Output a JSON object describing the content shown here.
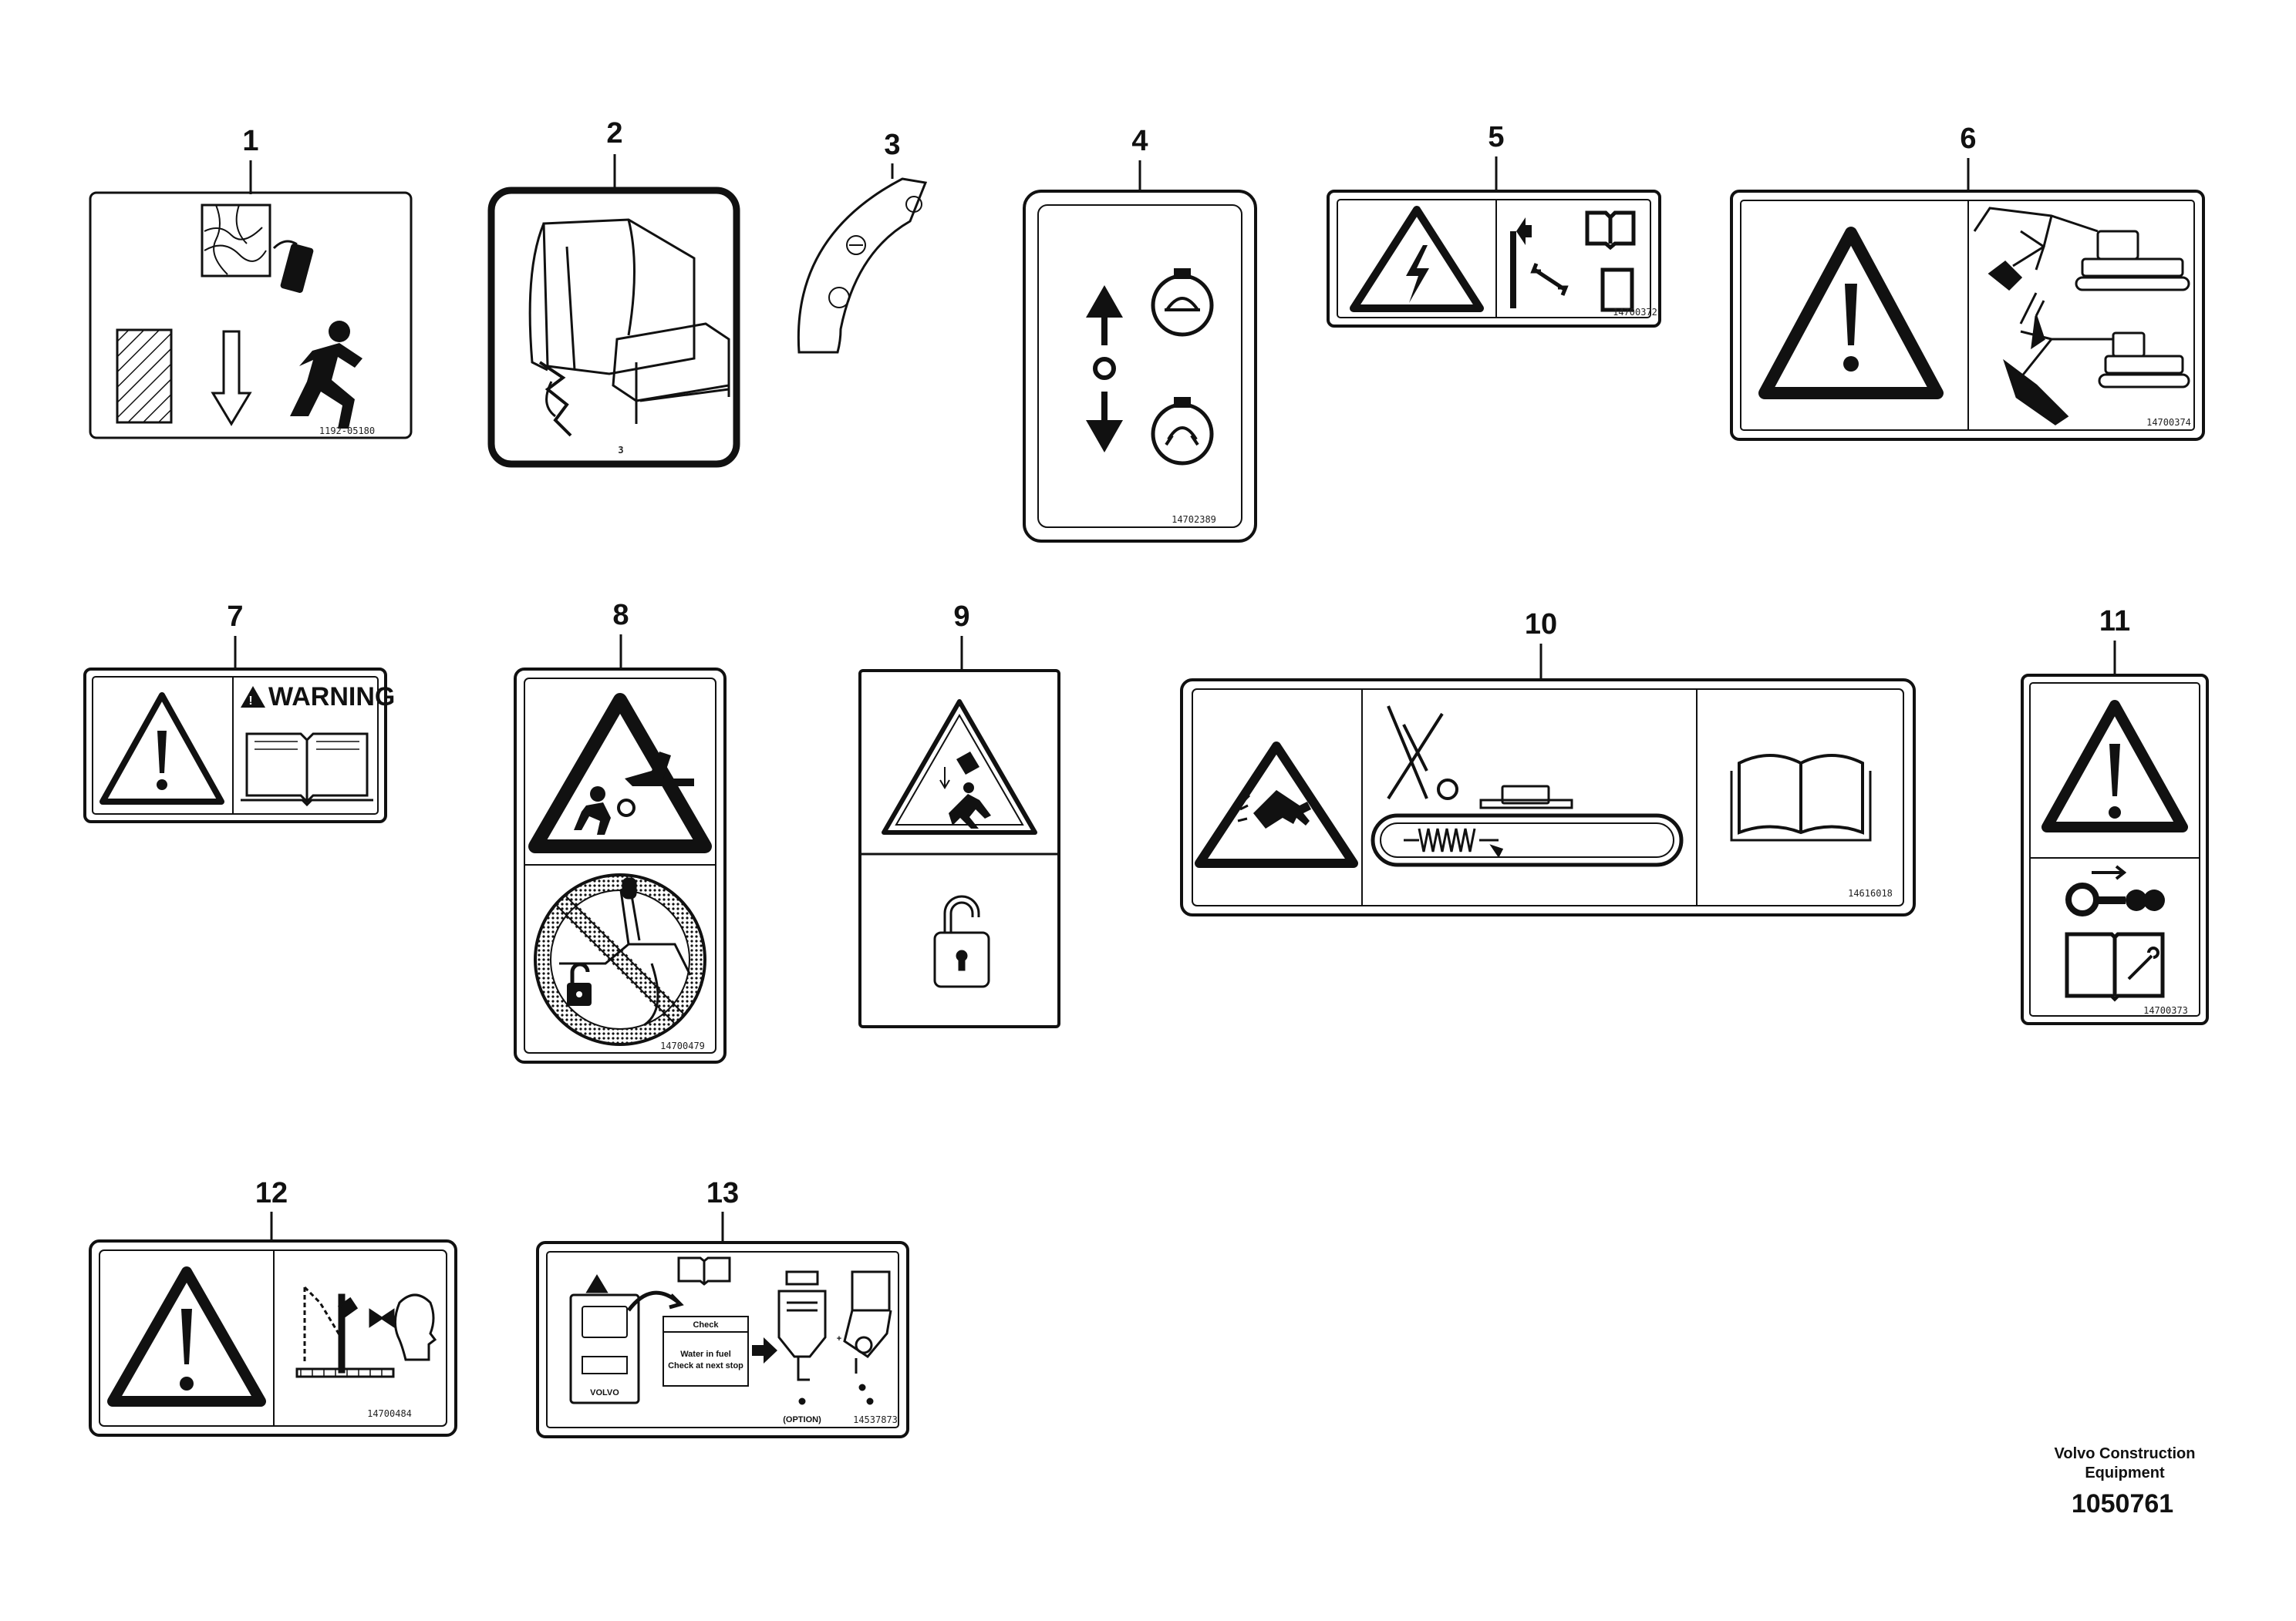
{
  "labels": [
    {
      "number": "1",
      "code": "1192-05180"
    },
    {
      "number": "2",
      "code": "3"
    },
    {
      "number": "3",
      "code": ""
    },
    {
      "number": "4",
      "code": "14702389"
    },
    {
      "number": "5",
      "code": "14700372"
    },
    {
      "number": "6",
      "code": "14700374"
    },
    {
      "number": "7",
      "code": "",
      "text": "WARNING"
    },
    {
      "number": "8",
      "code": "14700479"
    },
    {
      "number": "9",
      "code": ""
    },
    {
      "number": "10",
      "code": "14616018"
    },
    {
      "number": "11",
      "code": "14700373"
    },
    {
      "number": "12",
      "code": "14700484"
    },
    {
      "number": "13",
      "code": "14537873",
      "texts": [
        "Check",
        "Water in fuel",
        "Check at next stop",
        "(OPTION)",
        "VOLVO"
      ]
    }
  ],
  "footer": {
    "company_line1": "Volvo Construction",
    "company_line2": "Equipment",
    "doc_number": "1050761"
  }
}
